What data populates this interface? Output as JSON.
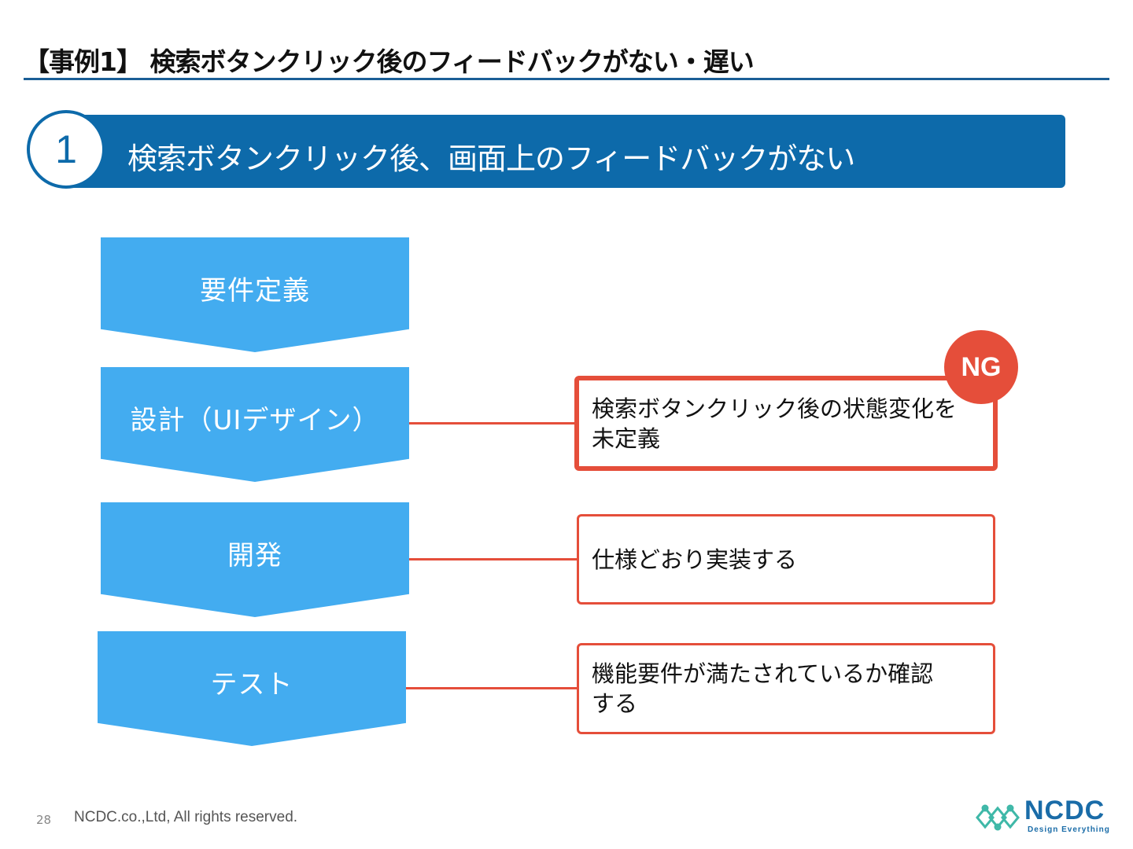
{
  "header": {
    "title": "【事例1】 検索ボタンクリック後のフィードバックがない・遅い"
  },
  "banner": {
    "number": "1",
    "text": "検索ボタンクリック後、画面上のフィードバックがない"
  },
  "phases": [
    {
      "label": "要件定義"
    },
    {
      "label": "設計（UIデザイン）"
    },
    {
      "label": "開発"
    },
    {
      "label": "テスト"
    }
  ],
  "notes": [
    {
      "text_line1": "検索ボタンクリック後の状態変化を",
      "text_line2": "未定義",
      "badge": "NG"
    },
    {
      "text": "仕様どおり実装する"
    },
    {
      "text_line1": "機能要件が満たされているか確認",
      "text_line2": "する"
    }
  ],
  "footer": {
    "page_number": "28",
    "copyright": "NCDC.co.,Ltd, All rights reserved.",
    "logo_name": "NCDC",
    "logo_tagline": "Design Everything"
  },
  "colors": {
    "banner": "#0d6aaa",
    "phase": "#43acf0",
    "alert": "#e54e3a",
    "rule": "#1a5e96"
  }
}
